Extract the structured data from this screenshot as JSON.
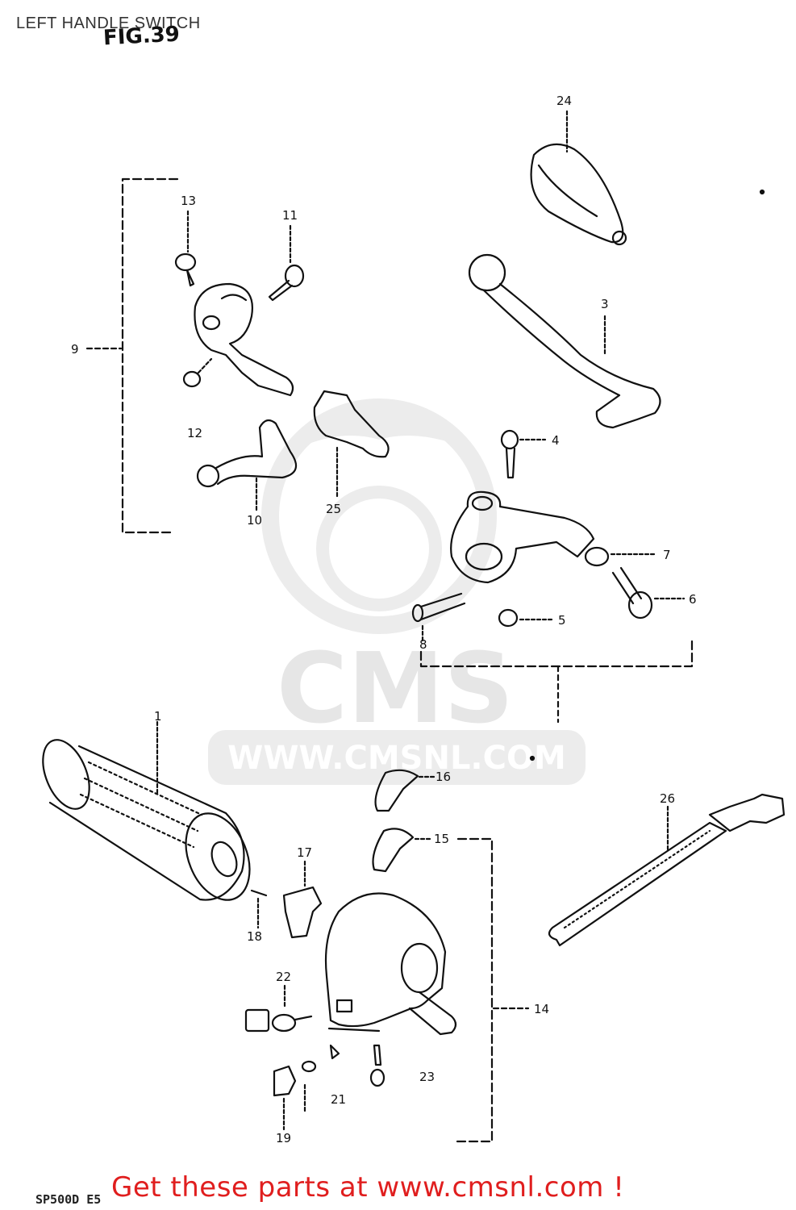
{
  "header": {
    "title": "LEFT HANDLE SWITCH",
    "figure": "FIG.39"
  },
  "watermark": {
    "brand": "CMS",
    "url": "WWW.CMSNL.COM"
  },
  "callouts": {
    "n1": "1",
    "n3": "3",
    "n4": "4",
    "n5": "5",
    "n6": "6",
    "n7": "7",
    "n8": "8",
    "n9": "9",
    "n10": "10",
    "n11": "11",
    "n12": "12",
    "n13": "13",
    "n14": "14",
    "n15": "15",
    "n16": "16",
    "n17": "17",
    "n18": "18",
    "n19": "19",
    "n21": "21",
    "n22": "22",
    "n23": "23",
    "n24": "24",
    "n25": "25",
    "n26": "26"
  },
  "footer": {
    "code": "SP500D E5",
    "promo": "Get these parts at www.cmsnl.com !"
  },
  "colors": {
    "promo": "#e01e1e",
    "ink": "#111111",
    "watermark": "#e6e6e6"
  }
}
